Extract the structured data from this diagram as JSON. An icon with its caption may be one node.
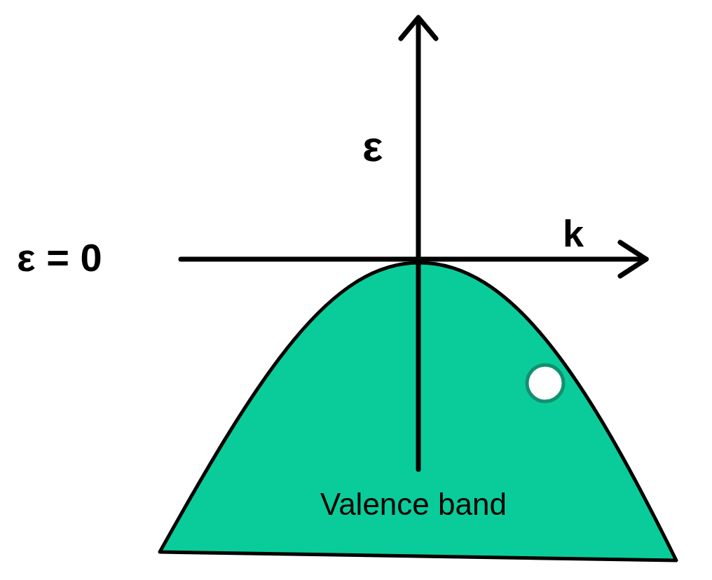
{
  "diagram": {
    "nodes": [
      {
        "text": [
          "Valence band"
        ]
      }
    ],
    "labels": [
      "ε",
      "k",
      "ε = 0"
    ]
  }
}
